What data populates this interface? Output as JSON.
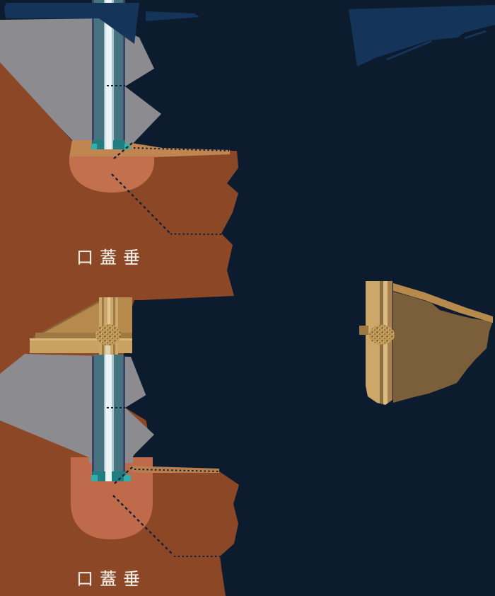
{
  "diagram": {
    "description": "comparison illustration of hanging scroll weight and uvula",
    "labels": {
      "uvula_top": "口蓋垂",
      "uvula_bottom": "口蓋垂"
    },
    "colors": {
      "background": "#0c1c2e",
      "panel_navy": "#15345a",
      "gray": "#8c8c90",
      "brown": "#8c4826",
      "tan": "#c08551",
      "tan_strip": "#b97e4e",
      "uvula_orange": "#bf6a4a",
      "cord_teal": "#45737f",
      "cord_lightblue": "#aac4cb",
      "cord_white": "#ecf4f5",
      "cord_edge": "#3f4368",
      "teal_patch": "#1f7f80",
      "cyan_accent": "#2fb0ac",
      "gold_light": "#cba86a",
      "gold_mid": "#b58a4c",
      "gold_band_dark": "#9e7840",
      "gold_band_light": "#c9a161",
      "gold_dark": "#7a5f3a",
      "knot_gold": "#c09a56",
      "leader_line": "#0d1f35",
      "label_text": "#f2efe8"
    }
  }
}
